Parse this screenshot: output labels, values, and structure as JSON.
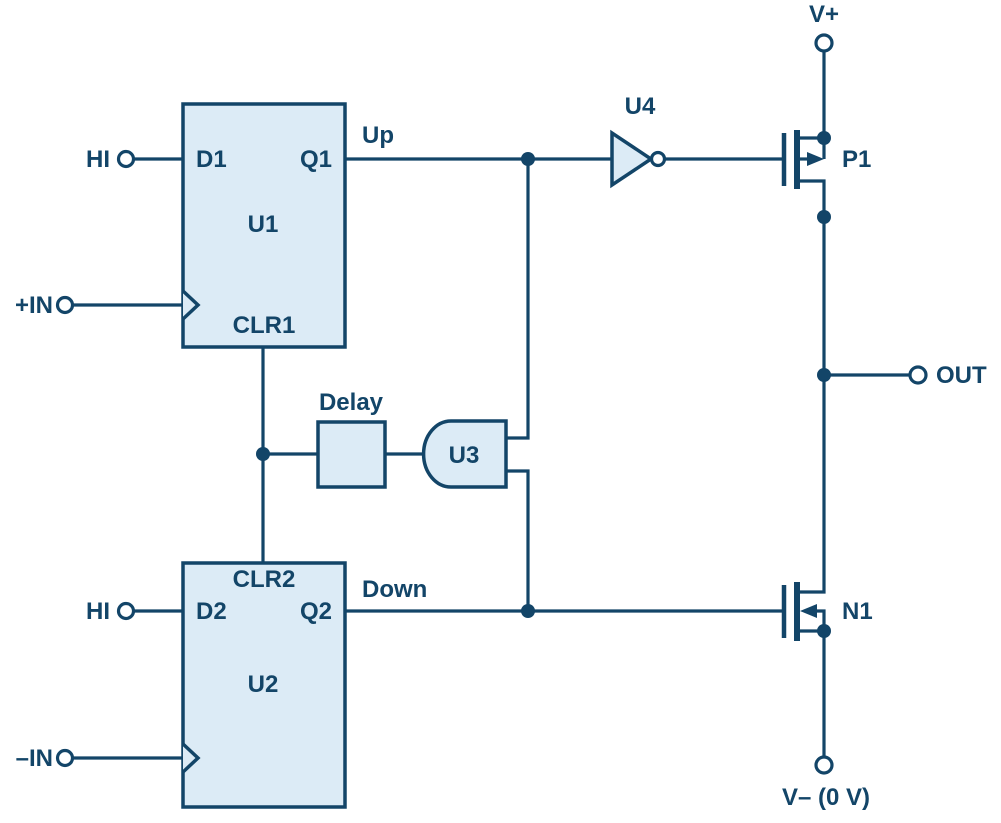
{
  "colors": {
    "ink": "#134568",
    "fill": "#dcebf6",
    "background": "#ffffff"
  },
  "labels": {
    "hi1": "HI",
    "hi2": "HI",
    "in_plus": "+IN",
    "in_minus": "–IN",
    "up": "Up",
    "down": "Down",
    "delay": "Delay",
    "u3": "U3",
    "u4": "U4",
    "p1": "P1",
    "n1": "N1",
    "vplus": "V+",
    "vminus": "V– (0 V)",
    "out": "OUT",
    "u1": {
      "ref": "U1",
      "d": "D1",
      "q": "Q1",
      "clr": "CLR1"
    },
    "u2": {
      "ref": "U2",
      "d": "D2",
      "q": "Q2",
      "clr": "CLR2"
    }
  }
}
